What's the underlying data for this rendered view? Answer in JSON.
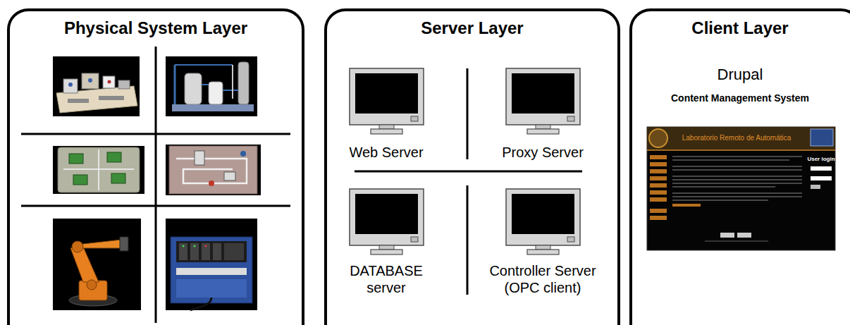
{
  "diagram": {
    "nodes": [
      {
        "text": [
          "Physical System Layer"
        ]
      },
      {
        "text": [
          "Server Layer"
        ]
      },
      {
        "text": [
          "Web Server"
        ],
        "in": 1
      },
      {
        "text": [
          "Proxy Server"
        ],
        "in": 1
      },
      {
        "text": [
          "DATABASE server"
        ],
        "in": 1
      },
      {
        "text": [
          "Controller Server (OPC client)"
        ],
        "in": 1
      },
      {
        "text": [
          "Client Layer",
          "Drupal",
          "Content Management System"
        ]
      },
      {
        "text": [
          "Laboratorio Remoto de Automática",
          "User login"
        ],
        "in": 6
      }
    ]
  }
}
